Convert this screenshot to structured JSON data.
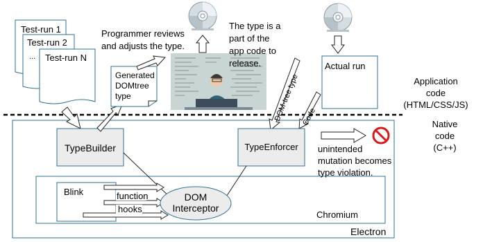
{
  "test_runs": {
    "run1": "Test-run 1",
    "run2": "Test-run 2",
    "runN": "Test-run N",
    "dots": "..."
  },
  "review": {
    "line1": "Programmer reviews",
    "line2": "and adjusts the type."
  },
  "release_note": {
    "line1": "The type is a",
    "line2": "part of the",
    "line3": "app code to",
    "line4": "release."
  },
  "generated_doc": {
    "line1": "Generated",
    "line2": "DOMtree",
    "line3": "type"
  },
  "actual_run": "Actual run",
  "side_labels": {
    "app_code": {
      "line1": "Application",
      "line2": "code",
      "line3": "(HTML/CSS/JS)"
    },
    "native_code": {
      "line1": "Native",
      "line2": "code",
      "line3": "(C++)"
    }
  },
  "arrow_labels": {
    "dom_tree_type": "DOM-tree type",
    "code": "Code"
  },
  "components": {
    "typebuilder": "TypeBuilder",
    "typeenforcer": "TypeEnforcer",
    "blink": "Blink",
    "function": "function",
    "hooks": "hooks",
    "dom_interceptor_1": "DOM",
    "dom_interceptor_2": "Interceptor",
    "chromium": "Chromium",
    "electron": "Electron"
  },
  "violation": {
    "line1": "unintended",
    "line2": "mutation becomes",
    "line3": "type violation."
  },
  "icons": [
    "cd-icon",
    "cd-icon",
    "prohibited-icon",
    "programmer-screenshot"
  ],
  "colors": {
    "box_stroke": "#2f6f8f",
    "gray_fill": "#ececec",
    "prohibited": "#d7191c"
  }
}
